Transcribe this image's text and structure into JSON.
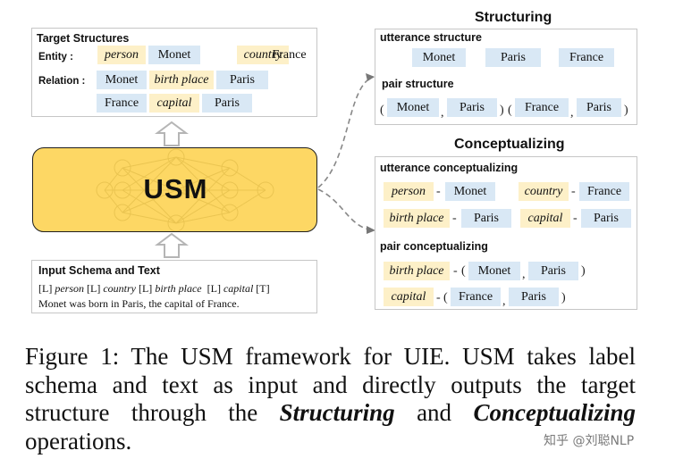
{
  "target": {
    "title": "Target Structures",
    "entity_label": "Entity :",
    "relation_label": "Relation :",
    "entity_row": [
      "person",
      "Monet",
      "country",
      "France"
    ],
    "relation_row1": [
      "Monet",
      "birth place",
      "Paris"
    ],
    "relation_row2": [
      "France",
      "capital",
      "Paris"
    ]
  },
  "usm": {
    "label": "USM"
  },
  "input": {
    "title": "Input Schema and Text",
    "schema": {
      "l1": "[L]",
      "s1": "person",
      "l2": "[L]",
      "s2": "country",
      "l3": "[L]",
      "s3": "birth place",
      "l4": "[L]",
      "s4": "capital",
      "t": "[T]"
    },
    "text": "Monet was born in Paris, the capital of  France."
  },
  "structuring": {
    "title": "Structuring",
    "utterance_title": "utterance structure",
    "utterances": [
      "Monet",
      "Paris",
      "France"
    ],
    "pair_title": "pair structure",
    "pair1": [
      "Monet",
      "Paris"
    ],
    "pair2": [
      "France",
      "Paris"
    ]
  },
  "conceptualizing": {
    "title": "Conceptualizing",
    "utterance_title": "utterance conceptualizing",
    "row1a": [
      "person",
      "Monet"
    ],
    "row1b": [
      "country",
      "France"
    ],
    "row2a": [
      "birth place",
      "Paris"
    ],
    "row2b": [
      "capital",
      "Paris"
    ],
    "pair_title": "pair conceptualizing",
    "pair_row1": [
      "birth place",
      "Monet",
      "Paris"
    ],
    "pair_row2": [
      "capital",
      "France",
      "Paris"
    ]
  },
  "symbols": {
    "open": "(",
    "close": ")",
    "dash": "-",
    "comma": ","
  },
  "caption": {
    "part1": "Figure 1: The USM framework for UIE. USM takes label schema and text as input and directly outputs the target structure through the ",
    "bold1": "Structuring",
    "part2": " and ",
    "bold2": "Conceptualizing",
    "part3": " operations."
  },
  "watermark": "知乎 @刘聪NLP",
  "colors": {
    "usm_fill": "#fdd764",
    "usm_border": "#1e1e1e",
    "blue_chip": "#d9e8f5",
    "yellow_chip": "#fdf0c8",
    "arrow_gray": "#b5b5b5"
  }
}
